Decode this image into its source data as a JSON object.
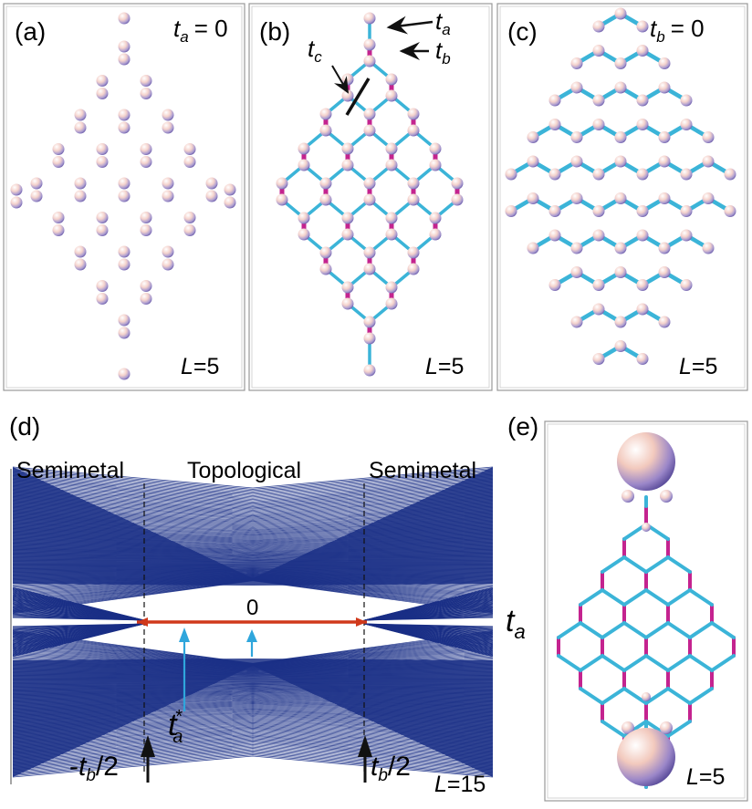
{
  "panels": {
    "a": {
      "label": "(a)",
      "param_var": "t",
      "param_sub": "a",
      "param_value": "= 0",
      "size_var": "L",
      "size_value": "=5"
    },
    "b": {
      "label": "(b)",
      "size_var": "L",
      "size_value": "=5",
      "annotations": {
        "ta_var": "t",
        "ta_sub": "a",
        "tb_var": "t",
        "tb_sub": "b",
        "tc_var": "t",
        "tc_sub": "c"
      }
    },
    "c": {
      "label": "(c)",
      "param_var": "t",
      "param_sub": "b",
      "param_value": "= 0",
      "size_var": "L",
      "size_value": "=5"
    },
    "d": {
      "label": "(d)",
      "regions": [
        "Semimetal",
        "Topological",
        "Semimetal"
      ],
      "zero_label": "0",
      "axis_var": "t",
      "axis_sub": "a",
      "tstar_var": "t",
      "tstar_sub": "a",
      "tstar_sup": "*",
      "left_marker": {
        "prefix": "-",
        "var": "t",
        "sub": "b",
        "suffix": "/2"
      },
      "right_marker": {
        "var": "t",
        "sub": "b",
        "suffix": "/2"
      },
      "size_var": "L",
      "size_value": "=15"
    },
    "e": {
      "label": "(e)",
      "size_var": "L",
      "size_value": "=5"
    }
  },
  "colors": {
    "bond_cyan": "#3bb4d8",
    "bond_magenta": "#c4238f",
    "spectrum_blue": "#1a2f86",
    "zero_mode_red": "#d0391b",
    "arrow_cyan": "#2fa6dc",
    "arrow_black": "#111111"
  },
  "icons": {
    "sphere": "lattice-site-sphere",
    "arrow": "pointer-arrow"
  }
}
